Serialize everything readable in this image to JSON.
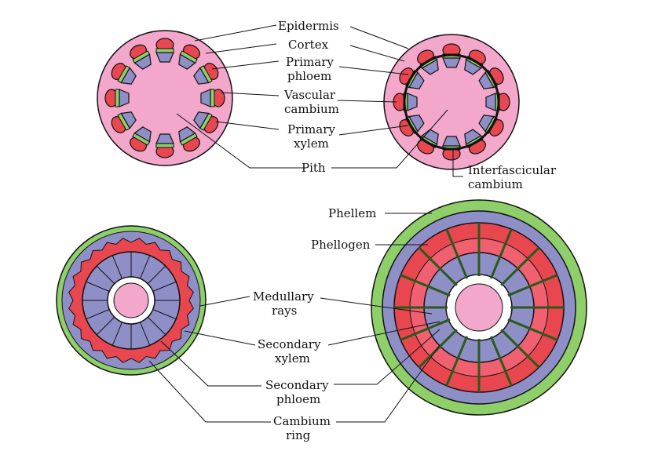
{
  "labels": {
    "epidermis": "Epidermis",
    "cortex": "Cortex",
    "primary_phloem": [
      "Primary",
      "phloem"
    ],
    "vascular_cambium": [
      "Vascular",
      "cambium"
    ],
    "primary_xylem": [
      "Primary",
      "xylem"
    ],
    "pith": "Pith",
    "interfascicular_cambium": [
      "Interfascicular",
      "cambium"
    ],
    "phellem": "Phellem",
    "phellogen": "Phellogen",
    "medullary_rays": [
      "Medullary",
      "rays"
    ],
    "secondary_xylem": [
      "Secondary",
      "xylem"
    ],
    "secondary_phloem": [
      "Secondary",
      "phloem"
    ],
    "cambium_ring": [
      "Cambium",
      "ring"
    ]
  },
  "colors": {
    "pink": "#f2a7cb",
    "red": "#e8474f",
    "green": "#8fcf6a",
    "purple": "#8f8fc8",
    "salmon": "#f06070"
  }
}
